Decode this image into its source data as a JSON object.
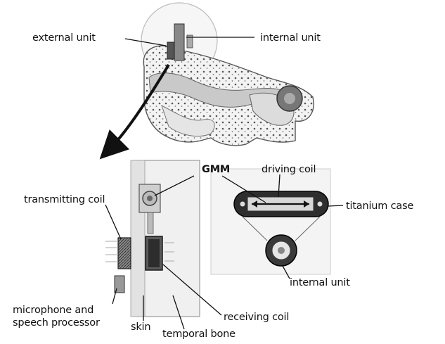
{
  "labels": {
    "external_unit": "external unit",
    "internal_unit_top": "internal unit",
    "gmm": "GMM",
    "driving_coil": "driving coil",
    "transmitting_coil": "transmitting coil",
    "titanium_case": "titanium case",
    "internal_unit_bottom": "internal unit",
    "microphone_line1": "microphone and",
    "microphone_line2": "speech processor",
    "skin": "skin",
    "temporal_bone": "temporal bone",
    "receiving_coil": "receiving coil"
  }
}
